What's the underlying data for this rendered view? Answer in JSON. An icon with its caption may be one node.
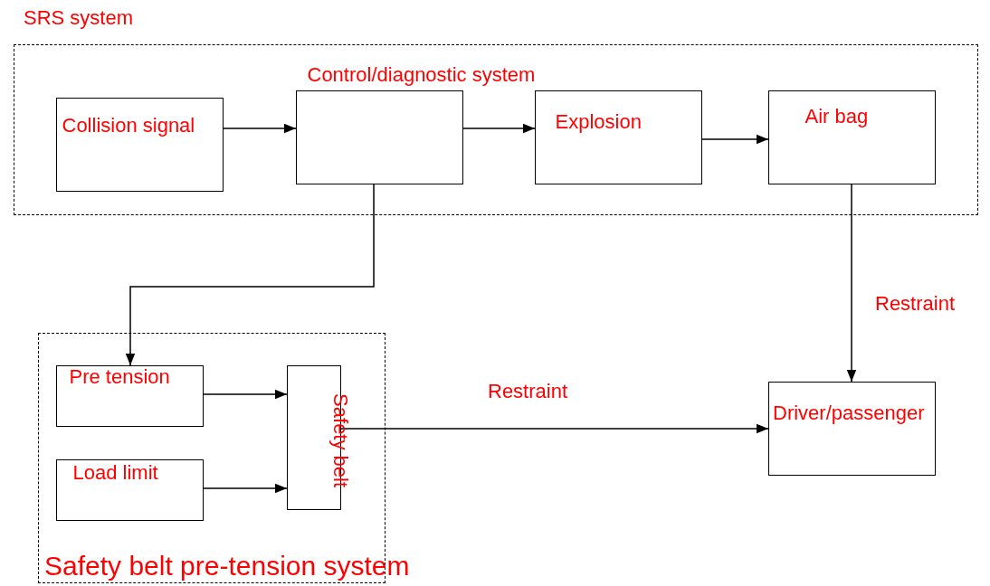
{
  "diagram": {
    "nodes": [
      {
        "text": [
          "SRS system"
        ]
      },
      {
        "text": [
          "Collision signal"
        ],
        "in": 0
      },
      {
        "text": [
          "Control/diagnostic system"
        ],
        "in": 0
      },
      {
        "text": [
          "Explosion"
        ],
        "in": 0
      },
      {
        "text": [
          "Air bag"
        ],
        "in": 0
      },
      {
        "text": [
          "Safety belt pre-tension system"
        ]
      },
      {
        "text": [
          "Pre tension"
        ],
        "in": 5
      },
      {
        "text": [
          "Load limit"
        ],
        "in": 5
      },
      {
        "text": [
          "Safety belt"
        ],
        "in": 5
      },
      {
        "text": [
          "Driver/passenger"
        ]
      }
    ],
    "edges": [
      {
        "from": 1,
        "to": 2,
        "arrow": "to"
      },
      {
        "from": 2,
        "to": 3,
        "arrow": "to"
      },
      {
        "from": 3,
        "to": 4,
        "arrow": "to"
      },
      {
        "from": 2,
        "to": 6,
        "arrow": "to"
      },
      {
        "from": 4,
        "to": 9,
        "arrow": "to",
        "label": "Restraint"
      },
      {
        "from": 6,
        "to": 8,
        "arrow": "to"
      },
      {
        "from": 7,
        "to": 8,
        "arrow": "to"
      },
      {
        "from": 8,
        "to": 9,
        "arrow": "to",
        "label": "Restraint"
      }
    ]
  }
}
